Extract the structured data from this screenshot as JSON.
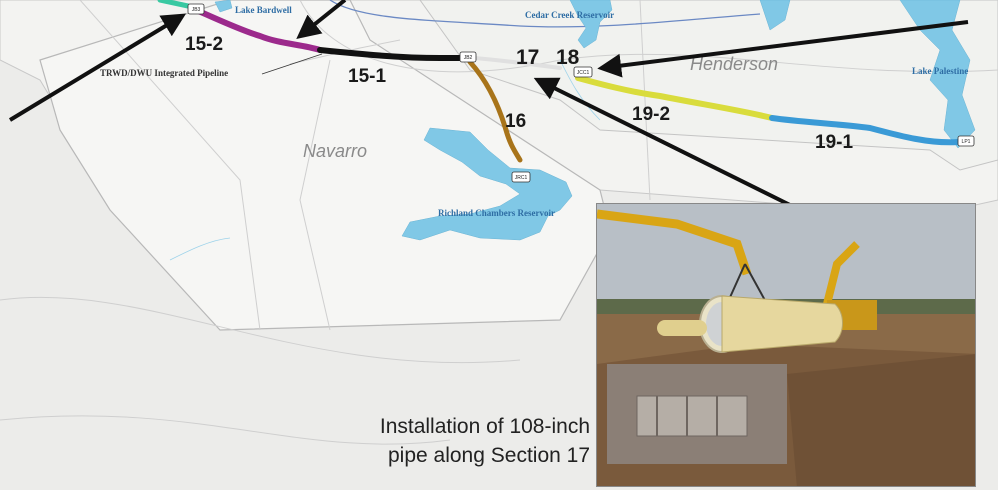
{
  "lakes": {
    "lake_bardwell": "Lake Bardwell",
    "cedar_creek": "Cedar Creek Reservoir",
    "lake_palestine": "Lake Palestine",
    "richland_chambers": "Richland Chambers Reservoir"
  },
  "counties": {
    "henderson": "Henderson",
    "navarro": "Navarro"
  },
  "pipeline_label": "TRWD/DWU Integrated Pipeline",
  "sections": {
    "s15_2": "15-2",
    "s15_1": "15-1",
    "s16": "16",
    "s17": "17",
    "s18": "18",
    "s19_2": "19-2",
    "s19_1": "19-1"
  },
  "stations": {
    "jb3": "JB3",
    "jb2": "JB2",
    "jcc1": "JCC1",
    "jrc1": "JRC1",
    "lp1": "LP1"
  },
  "colors": {
    "section_15_2": "#9c2a8c",
    "section_15_1": "#111111",
    "section_16": "#a8741a",
    "section_19_2": "#d9dc3c",
    "section_19_1": "#3a9ad6",
    "water": "#80c8e6"
  },
  "caption": {
    "line1": "Installation of 108-inch",
    "line2": "pipe along Section 17"
  }
}
